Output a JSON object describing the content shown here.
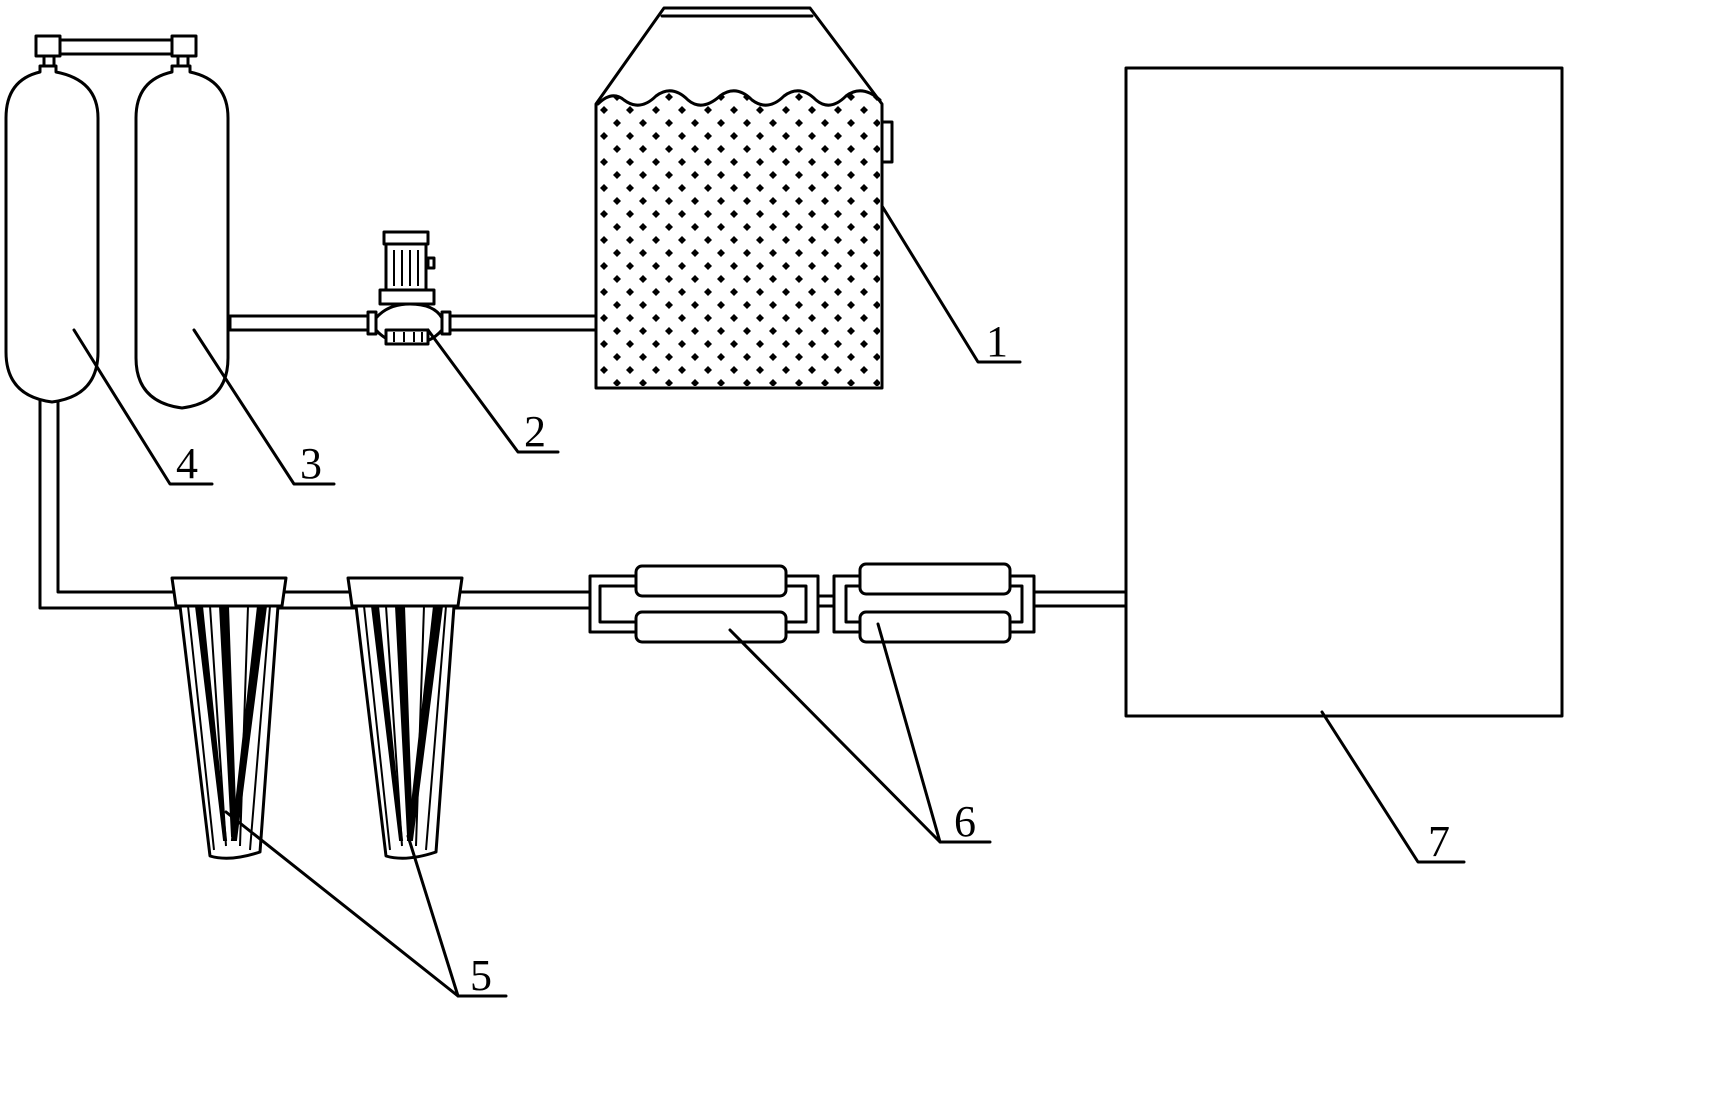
{
  "labels": {
    "part1": "1",
    "part2": "2",
    "part3": "3",
    "part4": "4",
    "part5": "5",
    "part6": "6",
    "part7": "7"
  }
}
